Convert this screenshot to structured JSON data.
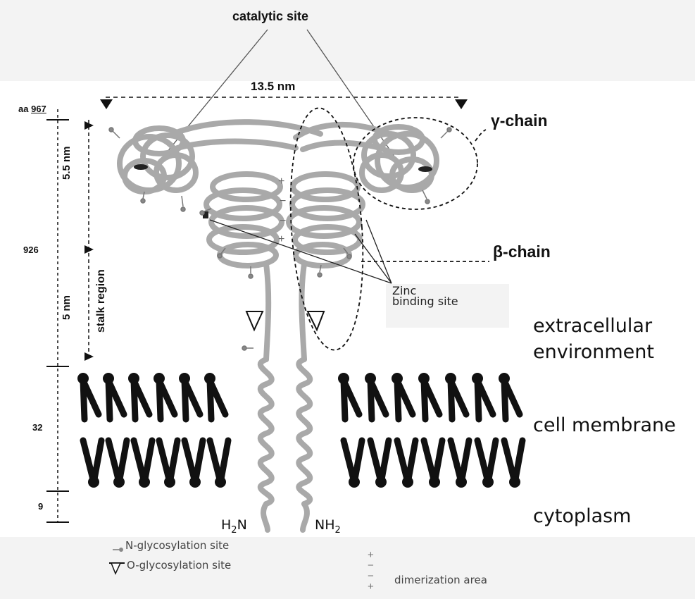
{
  "labels": {
    "catalytic_site": "catalytic site",
    "width": "13.5 nm",
    "gamma_chain": "γ-chain",
    "beta_chain": "β-chain",
    "zinc_line1": "Zinc",
    "zinc_line2": "binding site",
    "extracellular_line1": "extracellular",
    "extracellular_line2": "environment",
    "cell_membrane": "cell membrane",
    "cytoplasm": "cytoplasm",
    "stalk_region": "stalk region",
    "head_height": "5.5 nm",
    "stalk_height": "5 nm",
    "h2n": "H2N",
    "nh2": "NH2"
  },
  "axis": {
    "aa_prefix": "aa",
    "aa_967": "967",
    "aa_926": "926",
    "aa_32": "32",
    "aa_9": "9"
  },
  "legend": {
    "n_glyco": "N-glycosylation site",
    "o_glyco": "O-glycosylation site",
    "dimerization": "dimerization area",
    "plus": "+",
    "minus": "−"
  },
  "colors": {
    "protein": "#a9a9a9",
    "protein_dark": "#7d7d7d",
    "lipid": "#111111",
    "panel": "#f3f3f3"
  }
}
